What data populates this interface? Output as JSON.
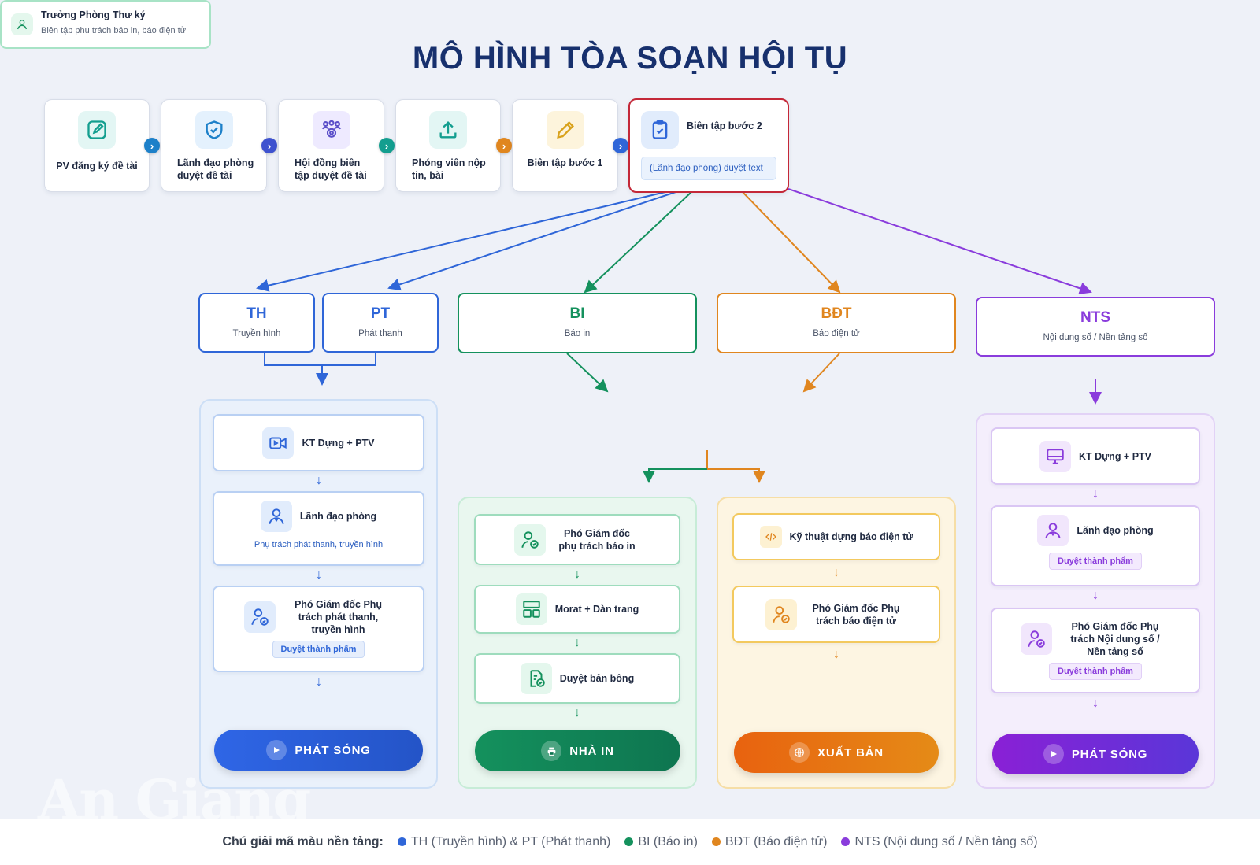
{
  "title": "MÔ HÌNH TÒA SOẠN HỘI TỤ",
  "steps": [
    {
      "label": "PV đăng ký đề tài",
      "icon": "edit-square-icon"
    },
    {
      "label": "Lãnh đạo phòng duyệt đề tài",
      "icon": "shield-check-icon"
    },
    {
      "label": "Hội đồng biên tập duyệt đề tài",
      "icon": "group-gear-icon"
    },
    {
      "label": "Phóng viên nộp tin, bài",
      "icon": "upload-icon"
    },
    {
      "label": "Biên tập bước 1",
      "icon": "pencil-icon"
    },
    {
      "label": "Biên tập bước 2",
      "note": "(Lãnh đạo phòng) duyệt text",
      "icon": "clipboard-check-icon"
    }
  ],
  "platforms": {
    "th": {
      "code": "TH",
      "name": "Truyền hình"
    },
    "pt": {
      "code": "PT",
      "name": "Phát thanh"
    },
    "bi": {
      "code": "BI",
      "name": "Báo in"
    },
    "bdt": {
      "code": "BĐT",
      "name": "Báo điện tử"
    },
    "nts": {
      "code": "NTS",
      "name": "Nội dung số / Nền tảng số"
    }
  },
  "secretary": {
    "title": "Trưởng Phòng Thư ký",
    "subtitle": "Biên tập phụ trách báo in, báo điện tử"
  },
  "col_thpt": {
    "card1": "KT Dựng + PTV",
    "card2": "Lãnh đạo phòng",
    "card2_sub": "Phụ trách phát thanh, truyền hình",
    "card3": "Phó Giám đốc Phụ trách phát thanh, truyền hình",
    "card3_badge": "Duyệt thành phẩm",
    "button": "PHÁT SÓNG"
  },
  "col_bi": {
    "card1": "Phó Giám đốc phụ trách báo in",
    "card2": "Morat + Dàn trang",
    "card3": "Duyệt bản bông",
    "button": "NHÀ IN"
  },
  "col_bdt": {
    "card1": "Kỹ thuật dựng báo điện tử",
    "card2": "Phó Giám đốc Phụ trách báo điện tử",
    "button": "XUẤT BẢN"
  },
  "col_nts": {
    "card1": "KT Dựng + PTV",
    "card2": "Lãnh đạo phòng",
    "card2_badge": "Duyệt thành phẩm",
    "card3": "Phó Giám đốc Phụ trách Nội dung số / Nền tảng số",
    "card3_badge": "Duyệt thành phẩm",
    "button": "PHÁT SÓNG"
  },
  "legend": {
    "title": "Chú giải mã màu nền tảng:",
    "items": [
      {
        "label": "TH (Truyền hình) & PT (Phát thanh)",
        "color": "#2f66d8"
      },
      {
        "label": "BI (Báo in)",
        "color": "#14915d"
      },
      {
        "label": "BĐT (Báo điện tử)",
        "color": "#e0861f"
      },
      {
        "label": "NTS (Nội dung số / Nền tảng số)",
        "color": "#8a3cdc"
      }
    ]
  },
  "watermark": "An Giang",
  "colors": {
    "blue": "#2f66d8",
    "green": "#14915d",
    "orange": "#e0861f",
    "purple": "#8a3cdc",
    "red": "#c42838"
  }
}
